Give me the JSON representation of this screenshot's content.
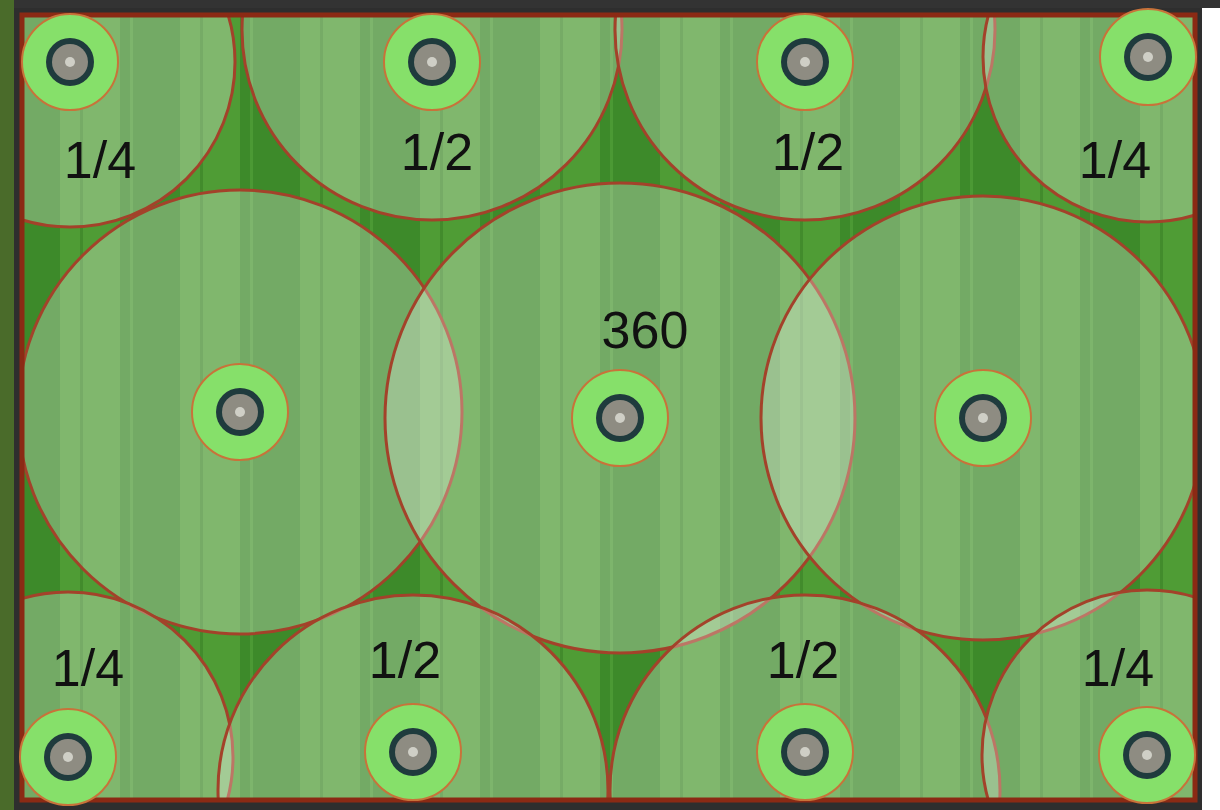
{
  "diagram": {
    "labels": [
      "1/4",
      "1/2",
      "1/2",
      "1/4",
      "360",
      "1/4",
      "1/2",
      "1/2",
      "1/4"
    ]
  }
}
